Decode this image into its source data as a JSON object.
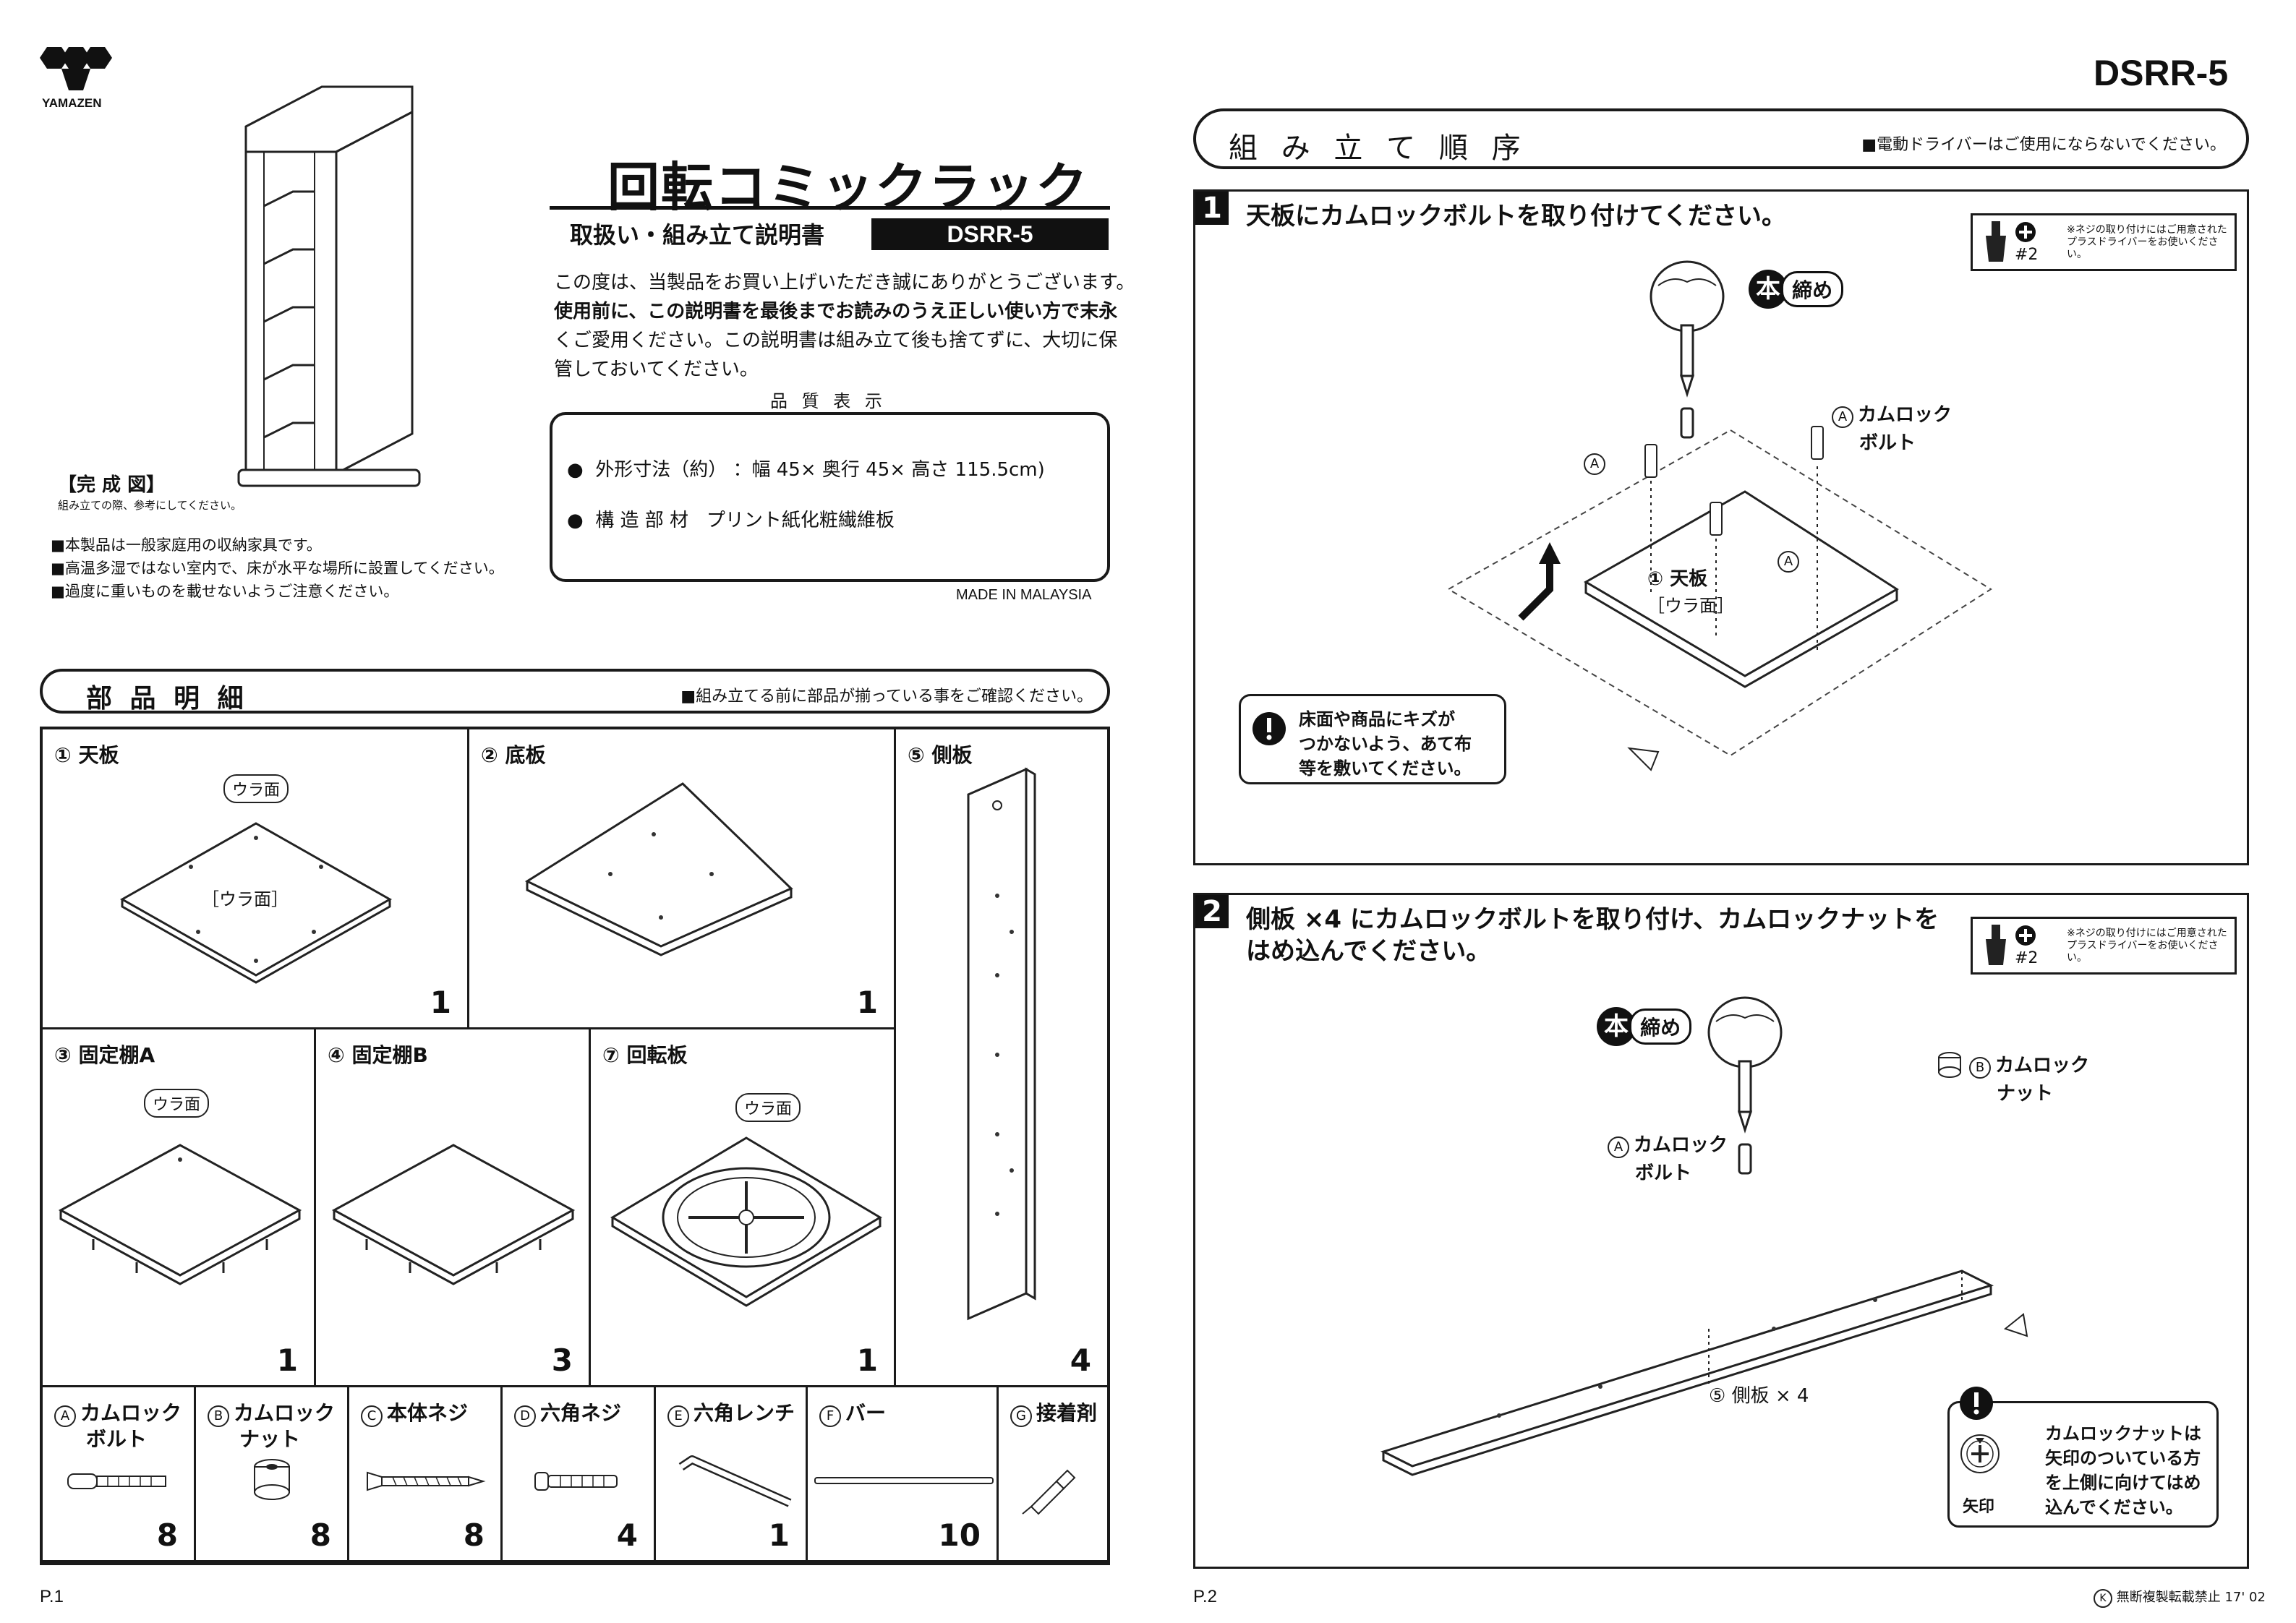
{
  "brand": {
    "name": "YAMAZEN"
  },
  "model_top": "DSRR-5",
  "page1": {
    "title": "回転コミックラック",
    "subtitle": "取扱い・組み立て説明書",
    "model_badge": "DSRR-5",
    "intro_1": "この度は、当製品をお買い上げいただき誠にありがとうございます。",
    "intro_2": "使用前に、この説明書を最後までお読みのうえ正しい使い方で末永",
    "intro_3": "くご愛用ください。この説明書は組み立て後も捨てずに、大切に保",
    "intro_4": "管しておいてください。",
    "quality_heading": "品 質 表 示",
    "quality_size_label": "外形寸法（約）",
    "quality_size_value": "：幅 45× 奥行 45× 高さ 115.5cm)",
    "quality_material_label": "構 造 部 材",
    "quality_material_value": "プリント紙化粧繊維板",
    "made_in": "MADE IN MALAYSIA",
    "complete_label": "【完 成 図】",
    "complete_note": "組み立ての際、参考にしてください。",
    "note_1": "■本製品は一般家庭用の収納家具です。",
    "note_2": "■高温多湿ではない室内で、床が水平な場所に設置してください。",
    "note_3": "■過度に重いものを載せないようご注意ください。",
    "parts_heading": "部 品 明 細",
    "parts_note": "■組み立てる前に部品が揃っている事をご確認ください。",
    "parts": [
      {
        "label": "① 天板",
        "count": "1",
        "tag": "ウラ面",
        "inner": "［ウラ面］"
      },
      {
        "label": "② 底板",
        "count": "1"
      },
      {
        "label": "⑤ 側板",
        "count": "4"
      },
      {
        "label": "③ 固定棚A",
        "count": "1",
        "tag": "ウラ面"
      },
      {
        "label": "④ 固定棚B",
        "count": "3"
      },
      {
        "label": "⑦ 回転板",
        "count": "1",
        "tag": "ウラ面"
      }
    ],
    "hardware": [
      {
        "mark": "A",
        "label": "カムロック",
        "label2": "ボルト",
        "count": "8"
      },
      {
        "mark": "B",
        "label": "カムロック",
        "label2": "ナット",
        "count": "8"
      },
      {
        "mark": "C",
        "label": "本体ネジ",
        "label2": "",
        "count": "8"
      },
      {
        "mark": "D",
        "label": "六角ネジ",
        "label2": "",
        "count": "4"
      },
      {
        "mark": "E",
        "label": "六角レンチ",
        "label2": "",
        "count": "1"
      },
      {
        "mark": "F",
        "label": "バー",
        "label2": "",
        "count": "10"
      },
      {
        "mark": "G",
        "label": "接着剤",
        "label2": "",
        "count": ""
      }
    ],
    "page_no": "P.1"
  },
  "page2": {
    "order_heading": "組 み 立 て 順 序",
    "order_note": "■電動ドライバーはご使用にならないでください。",
    "driver_size": "#2",
    "driver_note": "※ネジの取り付けにはご用意された プラスドライバーをお使いください。",
    "tighten": "締め",
    "tighten_mark": "本",
    "step1_no": "1",
    "step1_title": "天板にカムロックボルトを取り付けてください。",
    "step1_bolt_1": "カムロック",
    "step1_bolt_2": "ボルト",
    "step1_board": "① 天板",
    "step1_board_sub": "［ウラ面］",
    "step1_warn_1": "床面や商品にキズが",
    "step1_warn_2": "つかないよう、あて布",
    "step1_warn_3": "等を敷いてください。",
    "step2_no": "2",
    "step2_title_1": "側板 ×4 にカムロックボルトを取り付け、カムロックナットを",
    "step2_title_2": "はめ込んでください。",
    "step2_nut_1": "カムロック",
    "step2_nut_2": "ナット",
    "step2_bolt_1": "カムロック",
    "step2_bolt_2": "ボルト",
    "step2_board": "⑤ 側板 × 4",
    "step2_warn_1": "カムロックナットは",
    "step2_warn_2": "矢印のついている方",
    "step2_warn_3": "を上側に向けてはめ",
    "step2_warn_4": "込んでください。",
    "arrow_label": "矢印",
    "page_no": "P.2",
    "footer": "無断複製転載禁止 17' 02"
  }
}
